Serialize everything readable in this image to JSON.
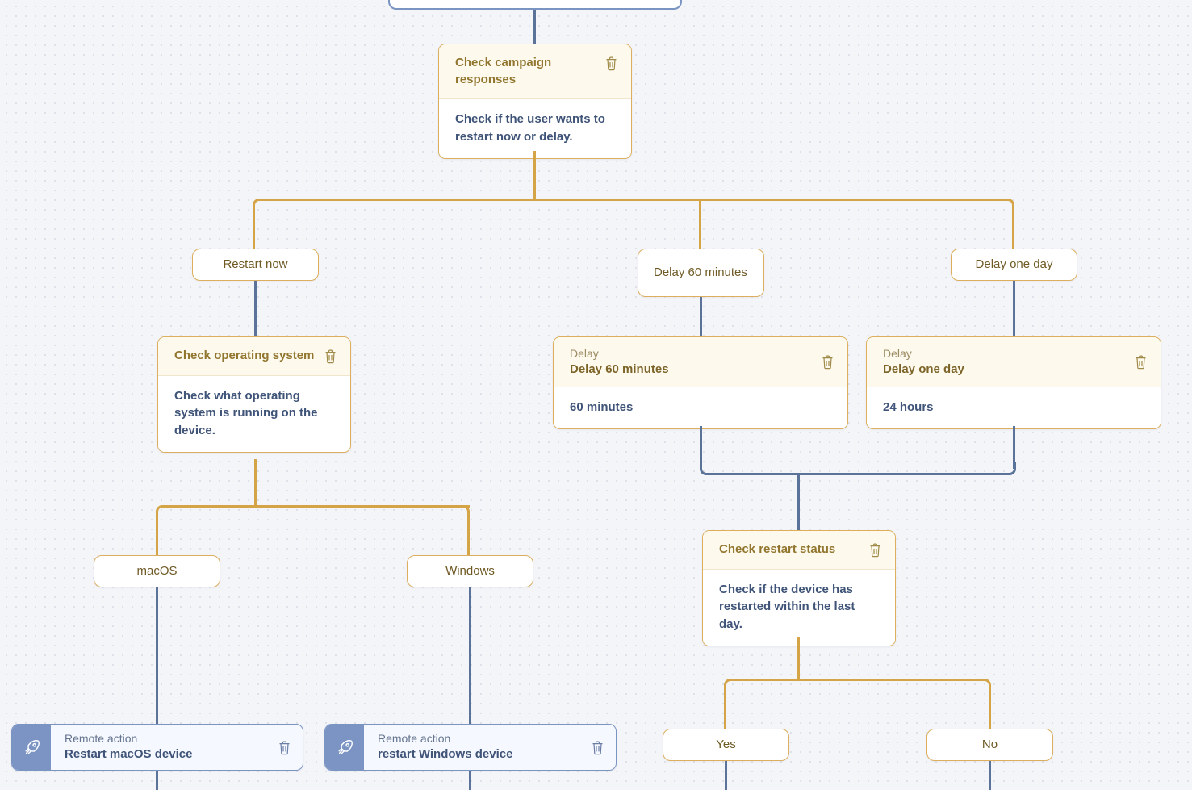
{
  "canvas": {
    "background": "#f4f5f9",
    "grid_dot_color": "#dcdee8",
    "edge_gold": "#d4a446",
    "edge_blue": "#5b7398"
  },
  "icons": {
    "trash": "trash-icon",
    "rocket": "rocket-icon"
  },
  "nodes": {
    "check_campaign": {
      "title": "Check campaign responses",
      "body": "Check if the user wants to restart now or delay."
    },
    "check_os": {
      "title": "Check operating system",
      "body": "Check what operating system is running on the device."
    },
    "delay_60": {
      "kicker": "Delay",
      "subtitle": "Delay 60 minutes",
      "body": "60 minutes"
    },
    "delay_one_day": {
      "kicker": "Delay",
      "subtitle": "Delay one day",
      "body": "24 hours"
    },
    "check_restart": {
      "title": "Check restart status",
      "body": "Check if the device has restarted within the last day."
    },
    "action_macos": {
      "kicker": "Remote action",
      "title": "Restart macOS device"
    },
    "action_windows": {
      "kicker": "Remote action",
      "title": "restart Windows device"
    }
  },
  "branches": {
    "restart_now": "Restart now",
    "delay_60": "Delay 60 minutes",
    "delay_one_day": "Delay one day",
    "macos": "macOS",
    "windows": "Windows",
    "yes": "Yes",
    "no": "No"
  }
}
